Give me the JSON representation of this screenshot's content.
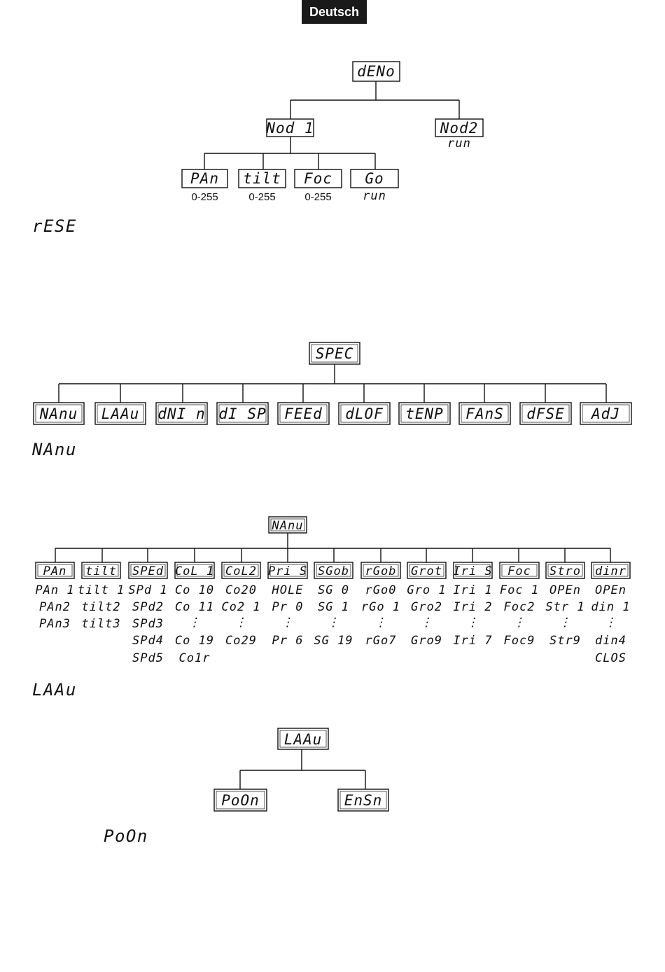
{
  "header": {
    "language": "Deutsch"
  },
  "demo": {
    "root": "dENo",
    "mod1": "Nod 1",
    "mod2": "Nod2",
    "mod2_sub": "run",
    "children": [
      {
        "label": "PAn",
        "sub": "0-255"
      },
      {
        "label": "tilt",
        "sub": "0-255"
      },
      {
        "label": "Foc",
        "sub": "0-255"
      },
      {
        "label": "Go",
        "sub": "run"
      }
    ]
  },
  "reset": {
    "heading": "rESE"
  },
  "spec": {
    "root": "SPEC",
    "items": [
      "NAnu",
      "LAAu",
      "dNI n",
      "dI SP",
      "FEEd",
      "dLOF",
      "tENP",
      "FAnS",
      "dFSE",
      "AdJ"
    ]
  },
  "manu": {
    "heading": "NAnu",
    "root": "NAnu",
    "columns": [
      {
        "label": "PAn",
        "items": [
          "PAn 1",
          "PAn2",
          "PAn3"
        ]
      },
      {
        "label": "tilt",
        "items": [
          "tilt 1",
          "tilt2",
          "tilt3"
        ]
      },
      {
        "label": "SPEd",
        "items": [
          "SPd 1",
          "SPd2",
          "SPd3",
          "SPd4",
          "SPd5"
        ]
      },
      {
        "label": "CoL 1",
        "items": [
          "Co 10",
          "Co 11",
          "⋮",
          "Co 19",
          "Co1r"
        ]
      },
      {
        "label": "CoL2",
        "items": [
          "Co20",
          "Co2 1",
          "⋮",
          "Co29"
        ]
      },
      {
        "label": "Pri S",
        "items": [
          "HOLE",
          "Pr 0",
          "⋮",
          "Pr 6"
        ]
      },
      {
        "label": "SGob",
        "items": [
          "SG 0",
          "SG 1",
          "⋮",
          "SG 19"
        ]
      },
      {
        "label": "rGob",
        "items": [
          "rGo0",
          "rGo 1",
          "⋮",
          "rGo7"
        ]
      },
      {
        "label": "Grot",
        "items": [
          "Gro 1",
          "Gro2",
          "⋮",
          "Gro9"
        ]
      },
      {
        "label": "Iri S",
        "items": [
          "Iri 1",
          "Iri 2",
          "⋮",
          "Iri 7"
        ]
      },
      {
        "label": "Foc",
        "items": [
          "Foc 1",
          "Foc2",
          "⋮",
          "Foc9"
        ]
      },
      {
        "label": "Stro",
        "items": [
          "OPEn",
          "Str 1",
          "⋮",
          "Str9"
        ]
      },
      {
        "label": "dinr",
        "items": [
          "OPEn",
          "din 1",
          "⋮",
          "din4",
          "CLOS"
        ]
      }
    ]
  },
  "laau": {
    "heading": "LAAu",
    "root": "LAAu",
    "children": [
      "PoOn",
      "EnSn"
    ]
  },
  "poon": {
    "heading": "PoOn"
  }
}
